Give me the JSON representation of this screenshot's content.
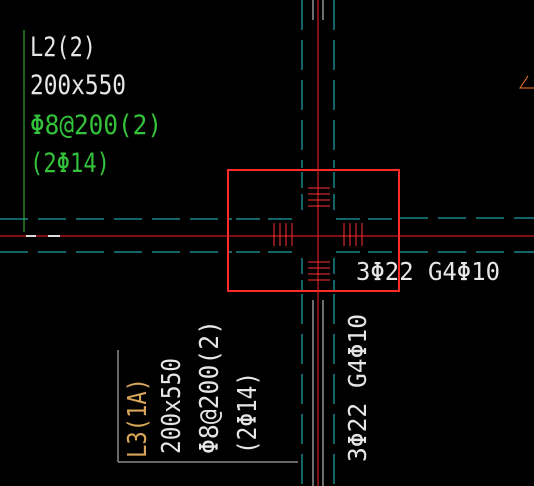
{
  "colors": {
    "background": "#000000",
    "axis": "#ff2020",
    "beam_line": "#22c8d0",
    "rebar_text": "#e6e6e6",
    "stirrup_text": "#33c23a",
    "beam_label_l3": "#d9a55a",
    "leader_l2": "#33c23a",
    "leader_l3": "#cccccc",
    "selection_box": "#ff2a2a",
    "tick_marks": "#ff3030",
    "corner_marker": "#ff7a2a"
  },
  "beam_l2": {
    "name": "L2(2)",
    "section": "200x550",
    "stirrups": "Φ8@200(2)",
    "top_bars": "(2Φ14)"
  },
  "beam_l3": {
    "name": "L3(1A)",
    "section": "200x550",
    "stirrups": "Φ8@200(2)",
    "top_bars": "(2Φ14)"
  },
  "horizontal_beam_rebar": "3Φ22  G4Φ10",
  "vertical_beam_rebar": "3Φ22  G4Φ10"
}
